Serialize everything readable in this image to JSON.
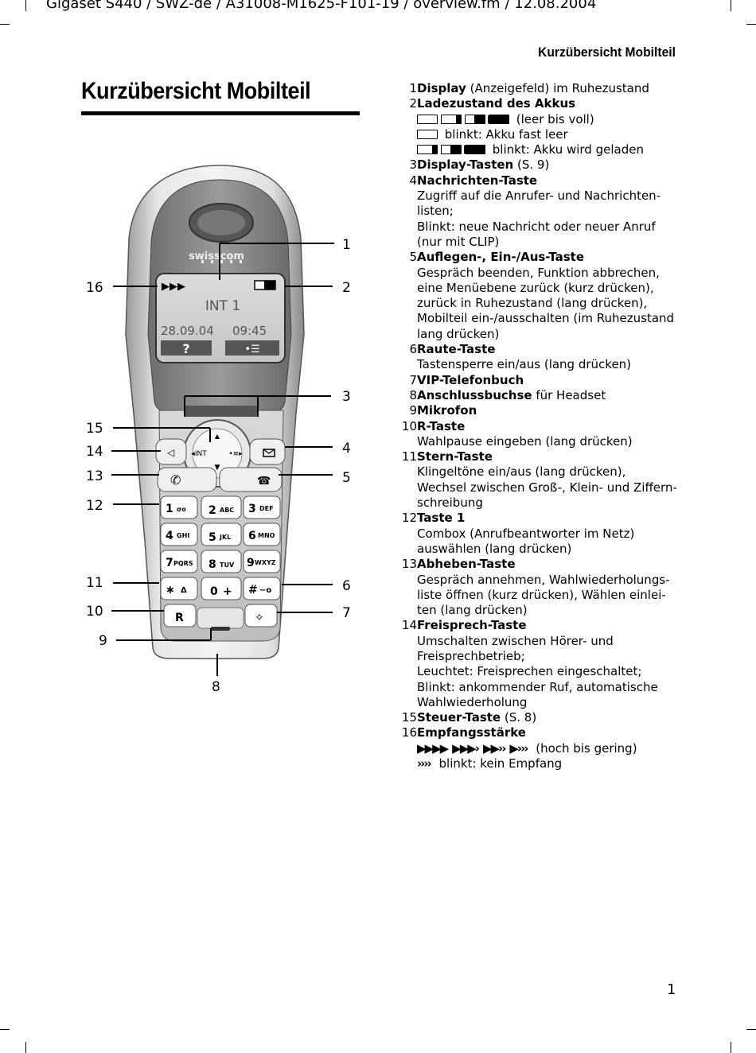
{
  "header": {
    "doc_meta": "Gigaset S440 / SWZ-de / A31008-M1625-F101-19 / overview.fm / 12.08.2004",
    "running_head": "Kurzübersicht Mobilteil"
  },
  "page_title": "Kurzübersicht Mobilteil",
  "phone": {
    "brand": "swisscom",
    "display": {
      "line1": "INT 1",
      "date": "28.09.04",
      "time": "09:45",
      "softkey_left": "?",
      "softkey_right": "•☰"
    },
    "nav_key": {
      "left": "◂INT",
      "right": "•≡▸"
    },
    "keys": [
      {
        "digit": "1",
        "sub": "σο"
      },
      {
        "digit": "2",
        "sub": "ABC"
      },
      {
        "digit": "3",
        "sub": "DEF"
      },
      {
        "digit": "4",
        "sub": "GHI"
      },
      {
        "digit": "5",
        "sub": "JKL"
      },
      {
        "digit": "6",
        "sub": "MNO"
      },
      {
        "digit": "7",
        "sub": "PQRS"
      },
      {
        "digit": "8",
        "sub": "TUV"
      },
      {
        "digit": "9",
        "sub": "WXYZ"
      },
      {
        "digit": "∗",
        "sub": "Δ"
      },
      {
        "digit": "0",
        "sub": "+"
      },
      {
        "digit": "#",
        "sub": "−o"
      }
    ],
    "r_key": "R",
    "callouts": [
      "1",
      "2",
      "3",
      "4",
      "5",
      "6",
      "7",
      "8",
      "9",
      "10",
      "11",
      "12",
      "13",
      "14",
      "15",
      "16"
    ]
  },
  "legend": [
    {
      "num": "1",
      "lines": [
        {
          "bold": "Display",
          "rest": " (Anzeigefeld) im Ruhezustand"
        }
      ]
    },
    {
      "num": "2",
      "lines": [
        {
          "bold": "Ladezustand des Akkus",
          "rest": ""
        },
        {
          "icons": "battery4",
          "rest": " (leer bis voll)"
        },
        {
          "icons": "battery1",
          "rest": " blinkt: Akku fast leer"
        },
        {
          "icons": "battery3",
          "rest": " blinkt: Akku wird geladen"
        }
      ]
    },
    {
      "num": "3",
      "lines": [
        {
          "bold": "Display-Tasten",
          "rest": " (S. 9)"
        }
      ]
    },
    {
      "num": "4",
      "lines": [
        {
          "bold": "Nachrichten-Taste",
          "rest": ""
        },
        {
          "text": "Zugriff auf die Anrufer- und Nachrichten-"
        },
        {
          "text": "listen;"
        },
        {
          "text": "Blinkt: neue Nachricht oder neuer Anruf"
        },
        {
          "text": "(nur mit CLIP)"
        }
      ]
    },
    {
      "num": "5",
      "lines": [
        {
          "bold": "Auflegen-, Ein-/Aus-Taste",
          "rest": ""
        },
        {
          "text": "Gespräch beenden, Funktion abbrechen,"
        },
        {
          "text": "eine Menüebene zurück (kurz drücken),"
        },
        {
          "text": "zurück in Ruhezustand (lang drücken),"
        },
        {
          "text": "Mobilteil ein-/ausschalten (im Ruhezustand"
        },
        {
          "text": "lang drücken)"
        }
      ]
    },
    {
      "num": "6",
      "lines": [
        {
          "bold": "Raute-Taste",
          "rest": ""
        },
        {
          "text": "Tastensperre ein/aus (lang drücken)"
        }
      ]
    },
    {
      "num": "7",
      "lines": [
        {
          "bold": "VIP-Telefonbuch",
          "rest": ""
        }
      ]
    },
    {
      "num": "8",
      "lines": [
        {
          "bold": "Anschlussbuchse",
          "rest": " für Headset"
        }
      ]
    },
    {
      "num": "9",
      "lines": [
        {
          "bold": "Mikrofon",
          "rest": ""
        }
      ]
    },
    {
      "num": "10",
      "lines": [
        {
          "bold": "R-Taste",
          "rest": ""
        },
        {
          "text": "Wahlpause eingeben (lang drücken)"
        }
      ]
    },
    {
      "num": "11",
      "lines": [
        {
          "bold": "Stern-Taste",
          "rest": ""
        },
        {
          "text": "Klingeltöne ein/aus (lang drücken),"
        },
        {
          "text": "Wechsel zwischen Groß-, Klein- und Ziffern-"
        },
        {
          "text": "schreibung"
        }
      ]
    },
    {
      "num": "12",
      "lines": [
        {
          "bold": "Taste 1",
          "rest": ""
        },
        {
          "text": "Combox (Anrufbeantworter im Netz)"
        },
        {
          "text": "auswählen (lang drücken)"
        }
      ]
    },
    {
      "num": "13",
      "lines": [
        {
          "bold": "Abheben-Taste",
          "rest": ""
        },
        {
          "text": "Gespräch annehmen, Wahlwiederholungs-"
        },
        {
          "text": "liste öffnen (kurz drücken), Wählen einlei-"
        },
        {
          "text": "ten (lang drücken)"
        }
      ]
    },
    {
      "num": "14",
      "lines": [
        {
          "bold": "Freisprech-Taste",
          "rest": ""
        },
        {
          "text": "Umschalten zwischen Hörer- und"
        },
        {
          "text": "Freisprechbetrieb;"
        },
        {
          "text": "Leuchtet: Freisprechen eingeschaltet;"
        },
        {
          "text": "Blinkt: ankommender Ruf, automatische"
        },
        {
          "text": "Wahlwiederholung"
        }
      ]
    },
    {
      "num": "15",
      "lines": [
        {
          "bold": "Steuer-Taste",
          "rest": " (S. 8)"
        }
      ]
    },
    {
      "num": "16",
      "lines": [
        {
          "bold": "Empfangsstärke",
          "rest": ""
        },
        {
          "icons": "signal4",
          "rest": " (hoch bis gering)"
        },
        {
          "icons": "signal0",
          "rest": " blinkt: kein Empfang"
        }
      ]
    }
  ],
  "page_number": "1"
}
